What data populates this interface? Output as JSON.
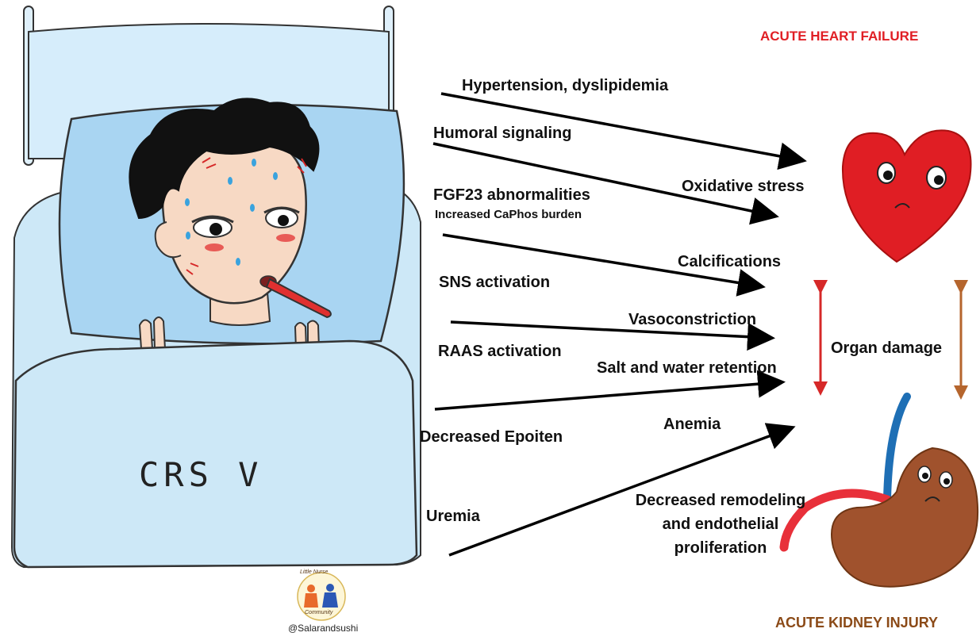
{
  "titles": {
    "heart": "ACUTE HEART FAILURE",
    "kidney": "ACUTE KIDNEY INJURY"
  },
  "illustration": {
    "blanket_text": "CRS V",
    "logo_top_text": "Little Nurse",
    "logo_bottom_text": "Community",
    "credit": "@Salarandsushi"
  },
  "causes": {
    "hypertension": "Hypertension, dyslipidemia",
    "humoral": "Humoral signaling",
    "fgf23": "FGF23 abnormalities",
    "caphos": "Increased CaPhos burden",
    "sns": "SNS activation",
    "raas": "RAAS activation",
    "epoiten": "Decreased Epoiten",
    "uremia": "Uremia"
  },
  "effects": {
    "oxidative": "Oxidative stress",
    "calcifications": "Calcifications",
    "vasoconstriction": "Vasoconstriction",
    "salt_water": "Salt and water retention",
    "anemia": "Anemia",
    "remodeling_1": "Decreased remodeling",
    "remodeling_2": "and endothelial",
    "remodeling_3": "proliferation"
  },
  "organ_damage": "Organ damage",
  "colors": {
    "heart_red": "#e01e24",
    "kidney_brown": "#a0522d",
    "arrow_red": "#d62828",
    "arrow_brown": "#b5652d",
    "vein_blue": "#1e6fb5",
    "blanket": "#cde8f7",
    "pillow": "#a9d5f2"
  }
}
